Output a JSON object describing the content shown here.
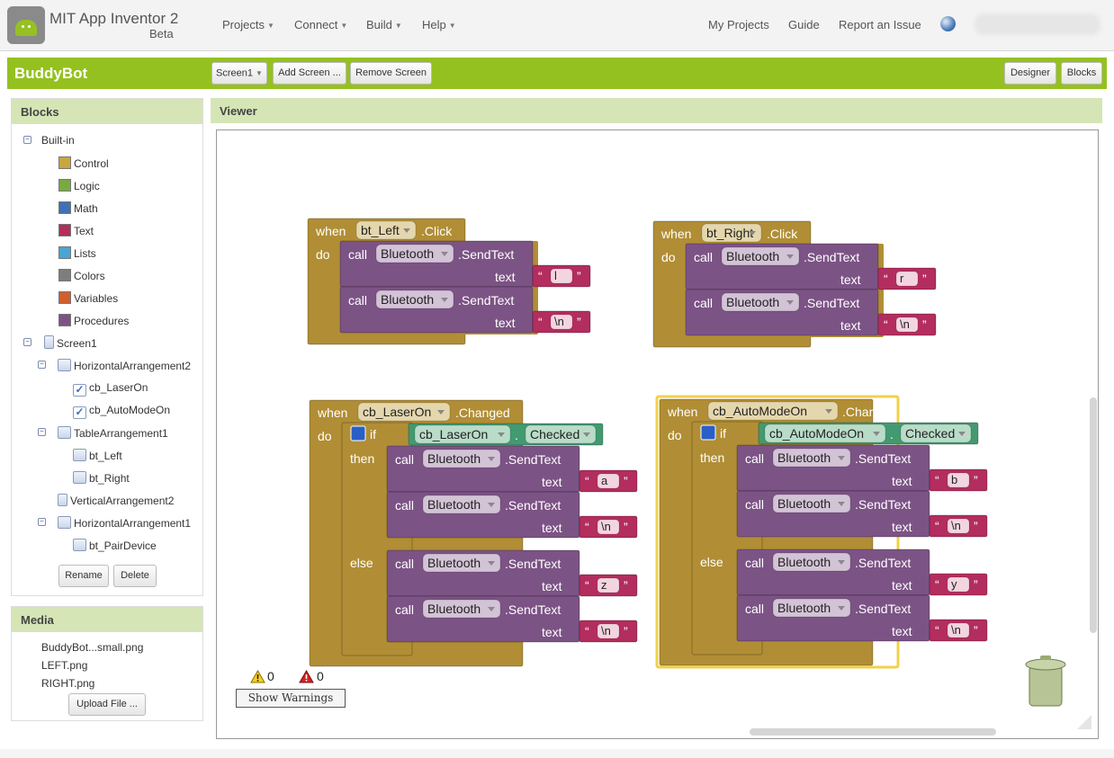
{
  "app": {
    "title": "MIT App Inventor 2",
    "beta": "Beta"
  },
  "top_nav": {
    "projects": "Projects",
    "connect": "Connect",
    "build": "Build",
    "help": "Help",
    "my_projects": "My Projects",
    "guide": "Guide",
    "report": "Report an Issue"
  },
  "project": {
    "name": "BuddyBot",
    "screen_select": "Screen1",
    "add_screen": "Add Screen ...",
    "remove_screen": "Remove Screen",
    "designer": "Designer",
    "blocks": "Blocks"
  },
  "blocks_panel": {
    "title": "Blocks",
    "builtin": "Built-in",
    "builtin_items": [
      {
        "label": "Control",
        "color": "#c9a73e"
      },
      {
        "label": "Logic",
        "color": "#77ab41"
      },
      {
        "label": "Math",
        "color": "#3f71b5"
      },
      {
        "label": "Text",
        "color": "#b32d5e"
      },
      {
        "label": "Lists",
        "color": "#49a6d4"
      },
      {
        "label": "Colors",
        "color": "#7d7d7d"
      },
      {
        "label": "Variables",
        "color": "#d05f2d"
      },
      {
        "label": "Procedures",
        "color": "#7c5385"
      }
    ],
    "screen": "Screen1",
    "components": {
      "ha2": "HorizontalArrangement2",
      "cb_laser": "cb_LaserOn",
      "cb_auto": "cb_AutoModeOn",
      "table1": "TableArrangement1",
      "bt_left": "bt_Left",
      "bt_right": "bt_Right",
      "va2": "VerticalArrangement2",
      "ha1": "HorizontalArrangement1",
      "bt_pair": "bt_PairDevice"
    },
    "rename": "Rename",
    "delete": "Delete"
  },
  "media_panel": {
    "title": "Media",
    "files": [
      "BuddyBot...small.png",
      "LEFT.png",
      "RIGHT.png"
    ],
    "upload": "Upload File ..."
  },
  "viewer": {
    "title": "Viewer",
    "warnings": "0",
    "errors": "0",
    "show_warnings": "Show Warnings"
  },
  "kw": {
    "when": "when",
    "do": "do",
    "call": "call",
    "text": "text",
    "if": "if",
    "then": "then",
    "else": "else",
    "click": ".Click",
    "changed": ".Changed",
    "send_text": ".SendText",
    "checked": "Checked",
    "dot": ".",
    "bluetooth": "Bluetooth",
    "quote_open": "“",
    "quote_close": "”"
  },
  "blocks": {
    "left": {
      "component": "bt_Left",
      "texts": [
        "l",
        "\\n"
      ]
    },
    "right": {
      "component": "bt_Right",
      "texts": [
        "r",
        "\\n"
      ]
    },
    "laser": {
      "component": "cb_LaserOn",
      "then_texts": [
        "a",
        "\\n"
      ],
      "else_texts": [
        "z",
        "\\n"
      ]
    },
    "auto": {
      "component": "cb_AutoModeOn",
      "then_texts": [
        "b",
        "\\n"
      ],
      "else_texts": [
        "y",
        "\\n"
      ]
    }
  },
  "colors": {
    "event": "#b18e35",
    "call": "#7c5385",
    "text": "#b32d5e",
    "comp": "#439970",
    "ctrl": "#b18e35",
    "brand": "#94c11f",
    "highlight": "#f2d148"
  }
}
